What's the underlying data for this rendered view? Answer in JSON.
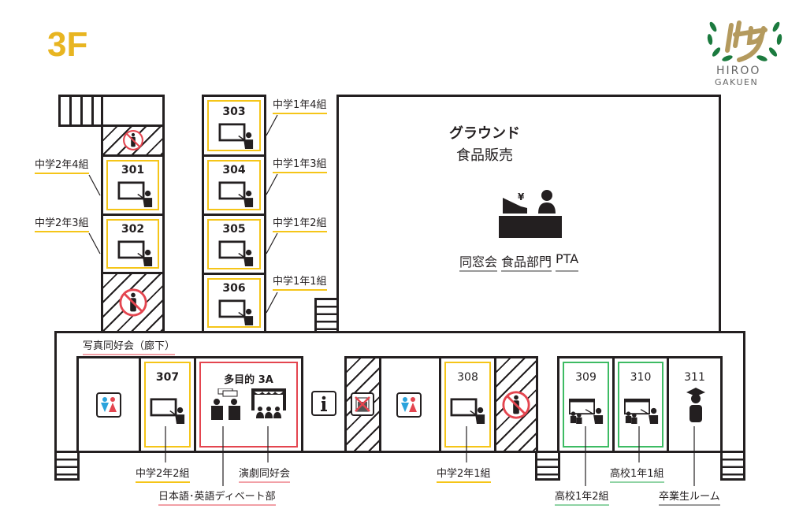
{
  "floor": "3F",
  "logo": {
    "line1": "HIROO",
    "line2": "GAKUEN"
  },
  "colors": {
    "floor": "#e8b521",
    "jhs": "#f5c518",
    "club": "#e4454f",
    "hs": "#3dbb63"
  },
  "ground": {
    "title": "グラウンド",
    "subtitle": "食品販売",
    "vendors": [
      "同窓会",
      "食品部門",
      "PTA"
    ]
  },
  "rooms": {
    "r301": "301",
    "r302": "302",
    "r303": "303",
    "r304": "304",
    "r305": "305",
    "r306": "306",
    "r307": "307",
    "r308": "308",
    "r309": "309",
    "r310": "310",
    "r311": "311",
    "multi": "多目的 3A"
  },
  "labels": {
    "j2_4": "中学2年4組",
    "j2_3": "中学2年3組",
    "j1_4": "中学1年4組",
    "j1_3": "中学1年3組",
    "j1_2": "中学1年2組",
    "j1_1": "中学1年1組",
    "photo": "写真同好会（廊下）",
    "j2_2": "中学2年2組",
    "drama": "演劇同好会",
    "debate": "日本語･英語ディベート部",
    "j2_1": "中学2年1組",
    "h1_2": "高校1年2組",
    "h1_1": "高校1年1組",
    "alumni": "卒業生ルーム"
  }
}
